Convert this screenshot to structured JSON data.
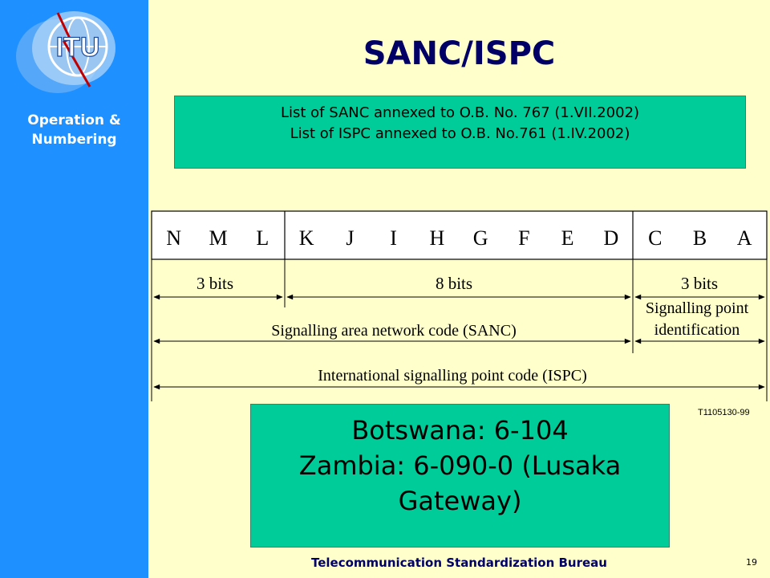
{
  "sidebar": {
    "logo_text": "ITU",
    "caption": "Operation &\nNumbering"
  },
  "slide": {
    "title": "SANC/ISPC",
    "info_box": {
      "line1": "List of SANC annexed to O.B. No. 767 (1.VII.2002)",
      "line2": "List of ISPC annexed to O.B. No.761 (1.IV.2002)"
    },
    "example_box": {
      "line1": "Botswana: 6-104",
      "line2": "Zambia: 6-090-0 (Lusaka Gateway)"
    }
  },
  "diagram": {
    "bit_letters": [
      "N",
      "M",
      "L",
      "K",
      "J",
      "I",
      "H",
      "G",
      "F",
      "E",
      "D",
      "C",
      "B",
      "A"
    ],
    "field_widths": [
      "3 bits",
      "8 bits",
      "3 bits"
    ],
    "sanc_label": "Signalling area network code (SANC)",
    "spid_label_line1": "Signalling point",
    "spid_label_line2": "identification",
    "ispc_label": "International signalling point code (ISPC)",
    "figure_id": "T1105130-99"
  },
  "footer": {
    "text": "Telecommunication Standardization Bureau",
    "page_number": "19"
  },
  "colors": {
    "background": "#ffffcc",
    "sidebar": "#1e90ff",
    "box": "#00cc99",
    "title": "#000066"
  }
}
